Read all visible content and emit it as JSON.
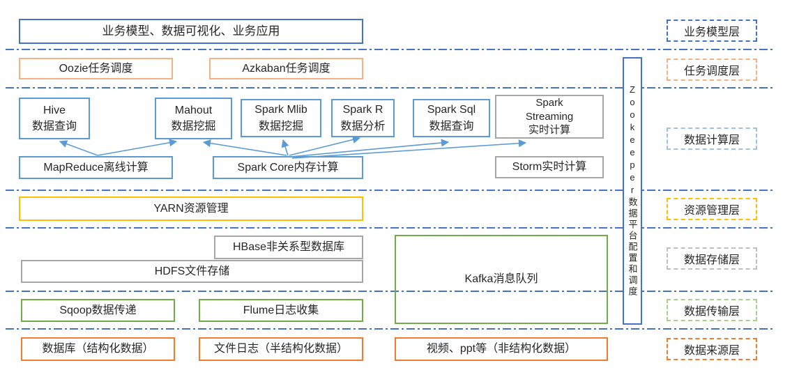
{
  "boxes": {
    "business": "业务模型、数据可视化、业务应用",
    "oozie": "Oozie任务调度",
    "azkaban": "Azkaban任务调度",
    "hive": "Hive\n数据查询",
    "mahout": "Mahout\n数据挖掘",
    "spark_mlib": "Spark Mlib\n数据挖掘",
    "spark_r": "Spark R\n数据分析",
    "spark_sql": "Spark Sql\n数据查询",
    "spark_streaming": "Spark\nStreaming\n实时计算",
    "mapreduce": "MapReduce离线计算",
    "spark_core": "Spark Core内存计算",
    "storm": "Storm实时计算",
    "yarn": "YARN资源管理",
    "hbase": "HBase非关系型数据库",
    "hdfs": "HDFS文件存储",
    "kafka": "Kafka消息队列",
    "sqoop": "Sqoop数据传递",
    "flume": "Flume日志收集",
    "db_source": "数据库（结构化数据）",
    "file_source": "文件日志（半结构化数据）",
    "media_source": "视频、ppt等（非结构化数据）",
    "zookeeper": "Zookeeper数据平台配置和调度"
  },
  "layer_labels": [
    "业务模型层",
    "任务调度层",
    "数据计算层",
    "资源管理层",
    "数据存储层",
    "数据传输层",
    "数据来源层"
  ],
  "colors": {
    "blue_dark": "#4472C4",
    "blue": "#5B9BD5",
    "blue_light": "#9DC3E6",
    "peach": "#F4B183",
    "orange": "#ED7D31",
    "yellow": "#FFC000",
    "green": "#70AD47",
    "green_light": "#A9D18E",
    "gray": "#A6A6A6",
    "gray_light": "#BFBFBF"
  }
}
